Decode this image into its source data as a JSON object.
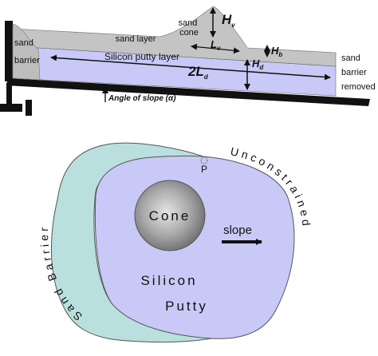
{
  "cross_section": {
    "sand_cone": "sand\ncone",
    "H_v": "H",
    "H_v_sub": "v",
    "sand_layer": "sand layer",
    "L_v": "L",
    "L_v_sub": "v",
    "H_b": "H",
    "H_b_sub": "b",
    "sand_barrier": "sand\nbarrier",
    "silicon_putty_layer": "Silicon putty layer",
    "two_L_d": "2L",
    "two_L_d_sub": "d",
    "H_d": "H",
    "H_d_sub": "d",
    "sand_barrier_removed": "sand\nbarrier\nremoved",
    "angle_of_slope": "Angle of slope (α)"
  },
  "plan_view": {
    "sand_barrier_ring": "Sand Barrier",
    "unconstrained_ring": "Unconstrained",
    "point_p": "P",
    "cone": "Cone",
    "slope": "slope",
    "silicon": "Silicon",
    "putty": "Putty"
  },
  "colors": {
    "sand": "#c4c4c4",
    "putty": "#c9c9f7",
    "barrier_plan": "#b9e0df",
    "frame": "#111111"
  }
}
